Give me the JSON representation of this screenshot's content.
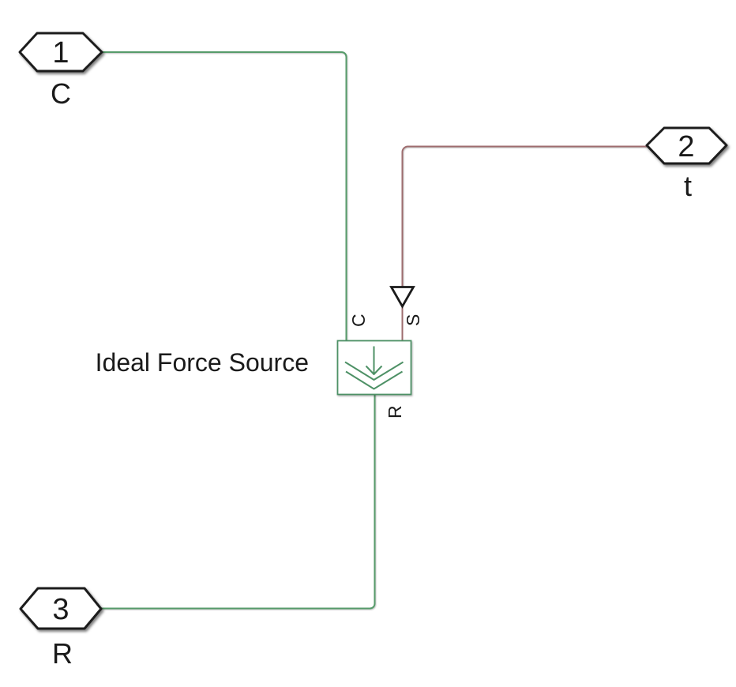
{
  "diagram": {
    "block_label": "Ideal Force Source",
    "block_ports": {
      "top": "C",
      "signal": "S",
      "bottom": "R"
    },
    "port_blocks": [
      {
        "number": "1",
        "label": "C"
      },
      {
        "number": "2",
        "label": "t"
      },
      {
        "number": "3",
        "label": "R"
      }
    ],
    "colors": {
      "conserving_line": "#569b6b",
      "signal_line": "#9e6c6e",
      "block_border": "#4e9166",
      "block_icon": "#4e9166",
      "port_label": "#3a5b5e",
      "ink": "#1a1a1a"
    }
  }
}
